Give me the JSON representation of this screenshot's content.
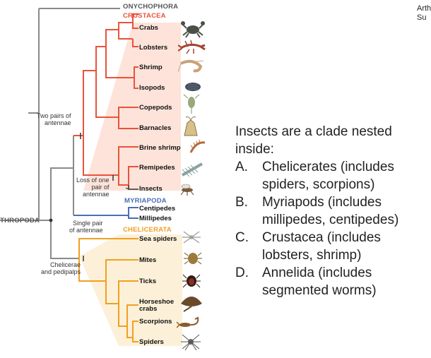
{
  "header": {
    "top_label": "ONYCHOPHORA"
  },
  "groups": {
    "crustacea": "CRUSTACEA",
    "myriapoda": "MYRIAPODA",
    "chelicerata": "CHELICERATA"
  },
  "nodes": {
    "arthropoda": "ARTHROPODA",
    "two_pairs": [
      "Two pairs of",
      "antennae"
    ],
    "loss_one_pair": [
      "Loss of one",
      "pair of",
      "antennae"
    ],
    "single_pair": [
      "Single pair",
      "of antennae"
    ],
    "chelicerae": [
      "Chelicerae",
      "and pedipalps"
    ]
  },
  "taxa": {
    "crabs": "Crabs",
    "lobsters": "Lobsters",
    "shrimp": "Shrimp",
    "isopods": "Isopods",
    "copepods": "Copepods",
    "barnacles": "Barnacles",
    "brine_shrimp": "Brine shrimp",
    "remipedes": "Remipedes",
    "insects": "Insects",
    "centipedes": "Centipedes",
    "millipedes": "Millipedes",
    "sea_spiders": "Sea spiders",
    "mites": "Mites",
    "ticks": "Ticks",
    "horseshoe_crabs": [
      "Horseshoe",
      "crabs"
    ],
    "scorpions": "Scorpions",
    "spiders": "Spiders"
  },
  "colors": {
    "crustacea": "#e8533b",
    "crustacea_fill": "#fde3da",
    "myriapoda": "#4a6fb5",
    "chelicerata": "#f0a020",
    "chelicerata_fill": "#fdf0d8",
    "root": "#7f7f7f"
  },
  "question": {
    "prompt": "Insects are a clade nested inside:",
    "options": [
      {
        "letter": "A.",
        "text": "Chelicerates (includes spiders, scorpions)"
      },
      {
        "letter": "B.",
        "text": "Myriapods (includes millipedes, centipedes)"
      },
      {
        "letter": "C.",
        "text": "Crustacea (includes lobsters, shrimp)"
      },
      {
        "letter": "D.",
        "text": "Annelida (includes segmented worms)"
      }
    ]
  },
  "corner": {
    "line1": "Arth",
    "line2": "Su"
  }
}
